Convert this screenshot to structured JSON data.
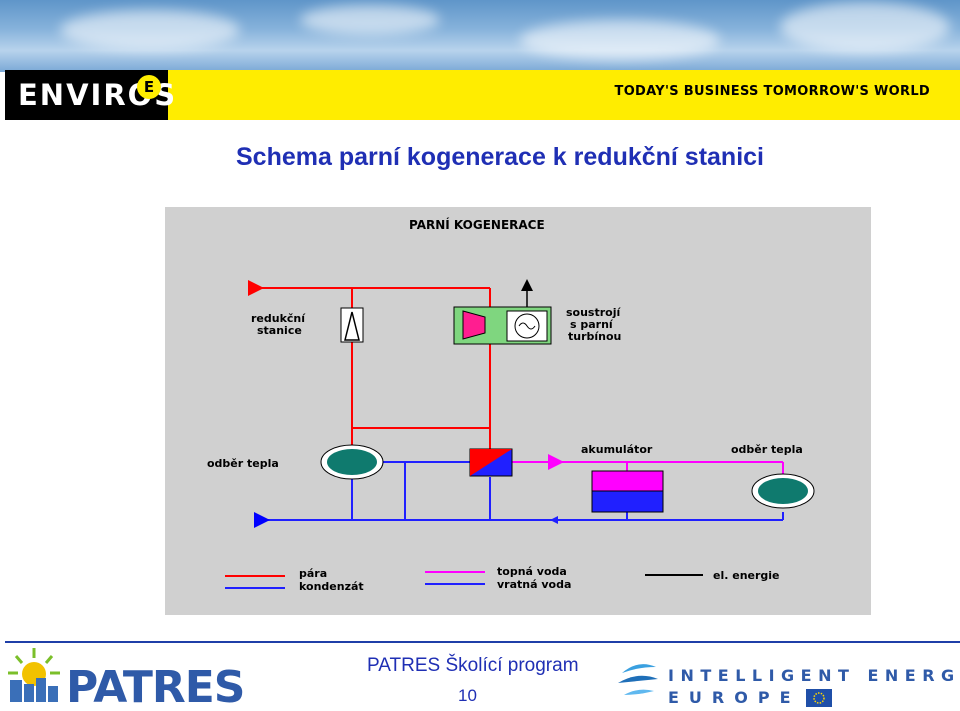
{
  "header": {
    "logo_text": "ENVIROS",
    "logo_mark": "E",
    "tagline": "TODAY'S BUSINESS TOMORROW'S WORLD"
  },
  "slide": {
    "title": "Schema parní kogenerace k redukční stanici"
  },
  "diagram": {
    "heading": "PARNÍ  KOGENERACE",
    "labels": {
      "reduction_station_1": "redukční",
      "reduction_station_2": "stanice",
      "turbine_1": "soustrojí",
      "turbine_2": "s parní",
      "turbine_3": "turbínou",
      "heat_consumer_left": "odběr tepla",
      "accumulator": "akumulátor",
      "heat_consumer_right": "odběr tepla"
    },
    "legend": {
      "steam": "pára",
      "condensate": "kondenzát",
      "hot_water": "topná voda",
      "return_water": "vratná voda",
      "electricity": "el. energie"
    },
    "colors": {
      "steam": "#ff0000",
      "condensate": "#0000ff",
      "hot_water": "#ff00ff",
      "return_water": "#2020ff",
      "electricity": "#000000",
      "consumer_fill": "#0f7a6e",
      "turbine_box": "#7fd67f"
    }
  },
  "footer": {
    "program": "PATRES Školící program",
    "page_number": "10",
    "patres_logo": "PATRES",
    "ie_line1": "INTELLIGENT ENERGY",
    "ie_line2": "EUROPE"
  }
}
